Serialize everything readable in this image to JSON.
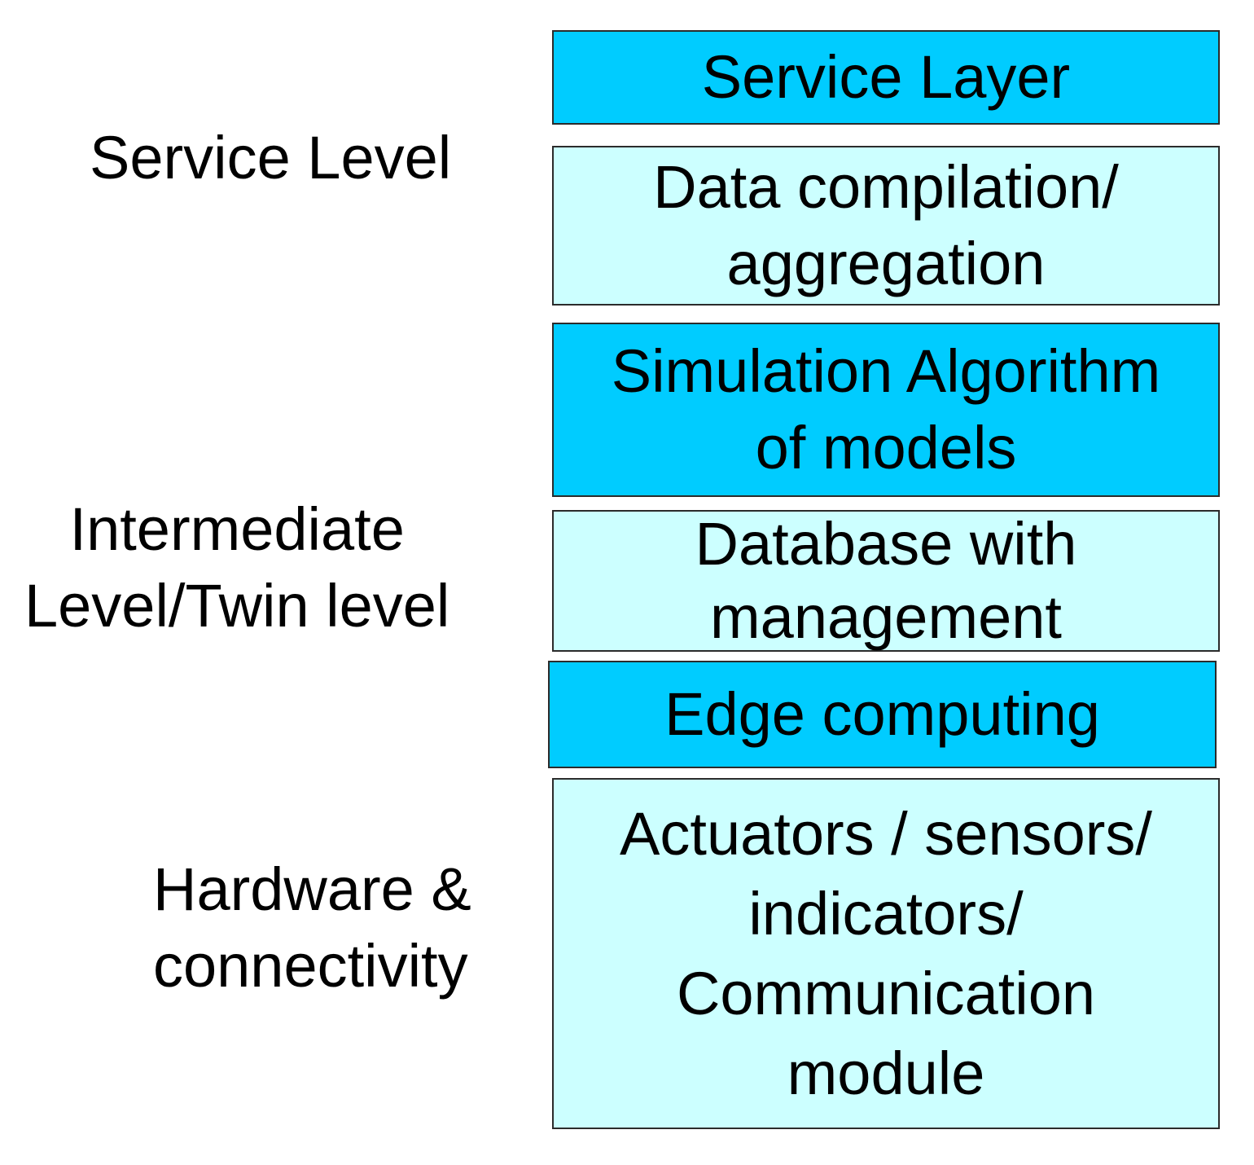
{
  "levels": {
    "service": "Service Level",
    "intermediate": "Intermediate\nLevel/Twin level",
    "hardware": "Hardware &\nconnectivity"
  },
  "layers": {
    "service_layer": "Service Layer",
    "data_compilation": "Data compilation/\naggregation",
    "simulation": "Simulation Algorithm\nof models",
    "database": "Database with\nmanagement",
    "edge_computing": "Edge computing",
    "actuators": "Actuators / sensors/\nindicators/\nCommunication\nmodule"
  },
  "colors": {
    "dark_layer": "#00ccff",
    "light_layer": "#ccffff",
    "border": "#2b2b2b"
  }
}
